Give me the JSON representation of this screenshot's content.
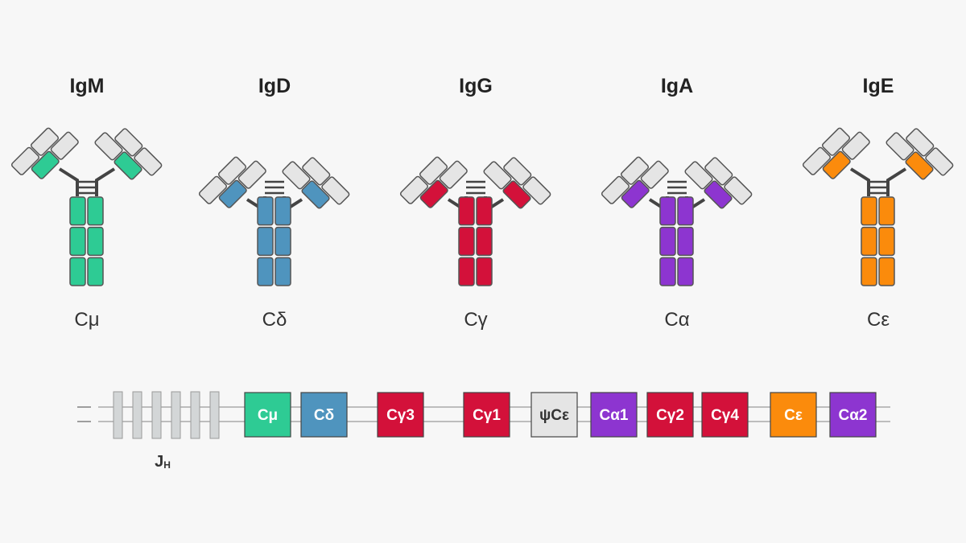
{
  "colors": {
    "background": "#f7f7f7",
    "light_segment": "#e5e5e5",
    "outline": "#555555",
    "dna_line": "#bdbdbd",
    "j_segment": "#d3d6d7"
  },
  "isotypes": [
    {
      "name": "IgM",
      "chain": "Cμ",
      "color": "#2ecb94"
    },
    {
      "name": "IgD",
      "chain": "Cδ",
      "color": "#4f94be"
    },
    {
      "name": "IgG",
      "chain": "Cγ",
      "color": "#d3113a"
    },
    {
      "name": "IgA",
      "chain": "Cα",
      "color": "#8d35d0"
    },
    {
      "name": "IgE",
      "chain": "Cε",
      "color": "#fb8b0c"
    }
  ],
  "locus": {
    "j_label_main": "J",
    "j_label_sub": "H",
    "j_count": 6,
    "genes": [
      {
        "label": "Cμ",
        "color": "#2ecb94",
        "dark_text": false
      },
      {
        "label": "Cδ",
        "color": "#4f94be",
        "dark_text": false
      },
      {
        "label": "Cγ3",
        "color": "#d3113a",
        "dark_text": false
      },
      {
        "label": "Cγ1",
        "color": "#d3113a",
        "dark_text": false
      },
      {
        "label": "ψCε",
        "color": "#e5e5e5",
        "dark_text": true
      },
      {
        "label": "Cα1",
        "color": "#8d35d0",
        "dark_text": false
      },
      {
        "label": "Cγ2",
        "color": "#d3113a",
        "dark_text": false
      },
      {
        "label": "Cγ4",
        "color": "#d3113a",
        "dark_text": false
      },
      {
        "label": "Cε",
        "color": "#fb8b0c",
        "dark_text": false
      },
      {
        "label": "Cα2",
        "color": "#8d35d0",
        "dark_text": false
      }
    ]
  }
}
